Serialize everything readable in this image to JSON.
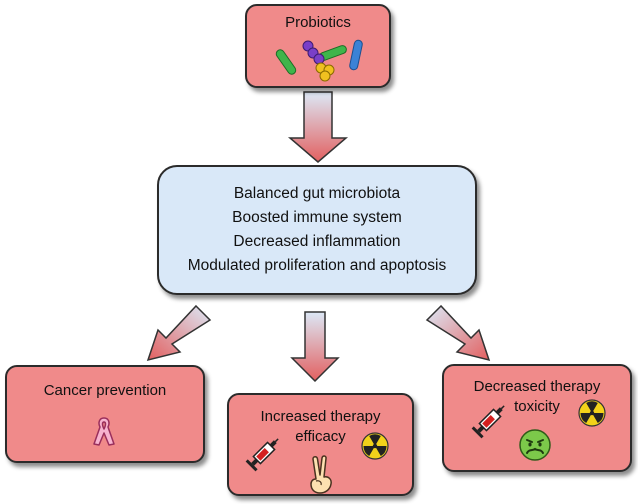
{
  "top": {
    "title": "Probiotics"
  },
  "center": {
    "lines": [
      "Balanced gut microbiota",
      "Boosted immune system",
      "Decreased inflammation",
      "Modulated proliferation and apoptosis"
    ]
  },
  "outcomes": {
    "left": {
      "title": "Cancer prevention"
    },
    "middle": {
      "title_line1": "Increased therapy",
      "title_line2": "efficacy"
    },
    "right": {
      "title_line1": "Decreased therapy",
      "title_line2": "toxicity"
    }
  },
  "colors": {
    "box_red": "#f08a8a",
    "box_blue": "#d9e8f8",
    "arrow_gradient_top": "#dce8f6",
    "arrow_gradient_bottom": "#e26060"
  },
  "icons": {
    "top": [
      "bacteria-icon"
    ],
    "left": [
      "awareness-ribbon-icon"
    ],
    "middle": [
      "syringe-icon",
      "radiation-icon",
      "peace-hand-icon"
    ],
    "right": [
      "syringe-icon",
      "radiation-icon",
      "nauseated-face-icon"
    ]
  }
}
